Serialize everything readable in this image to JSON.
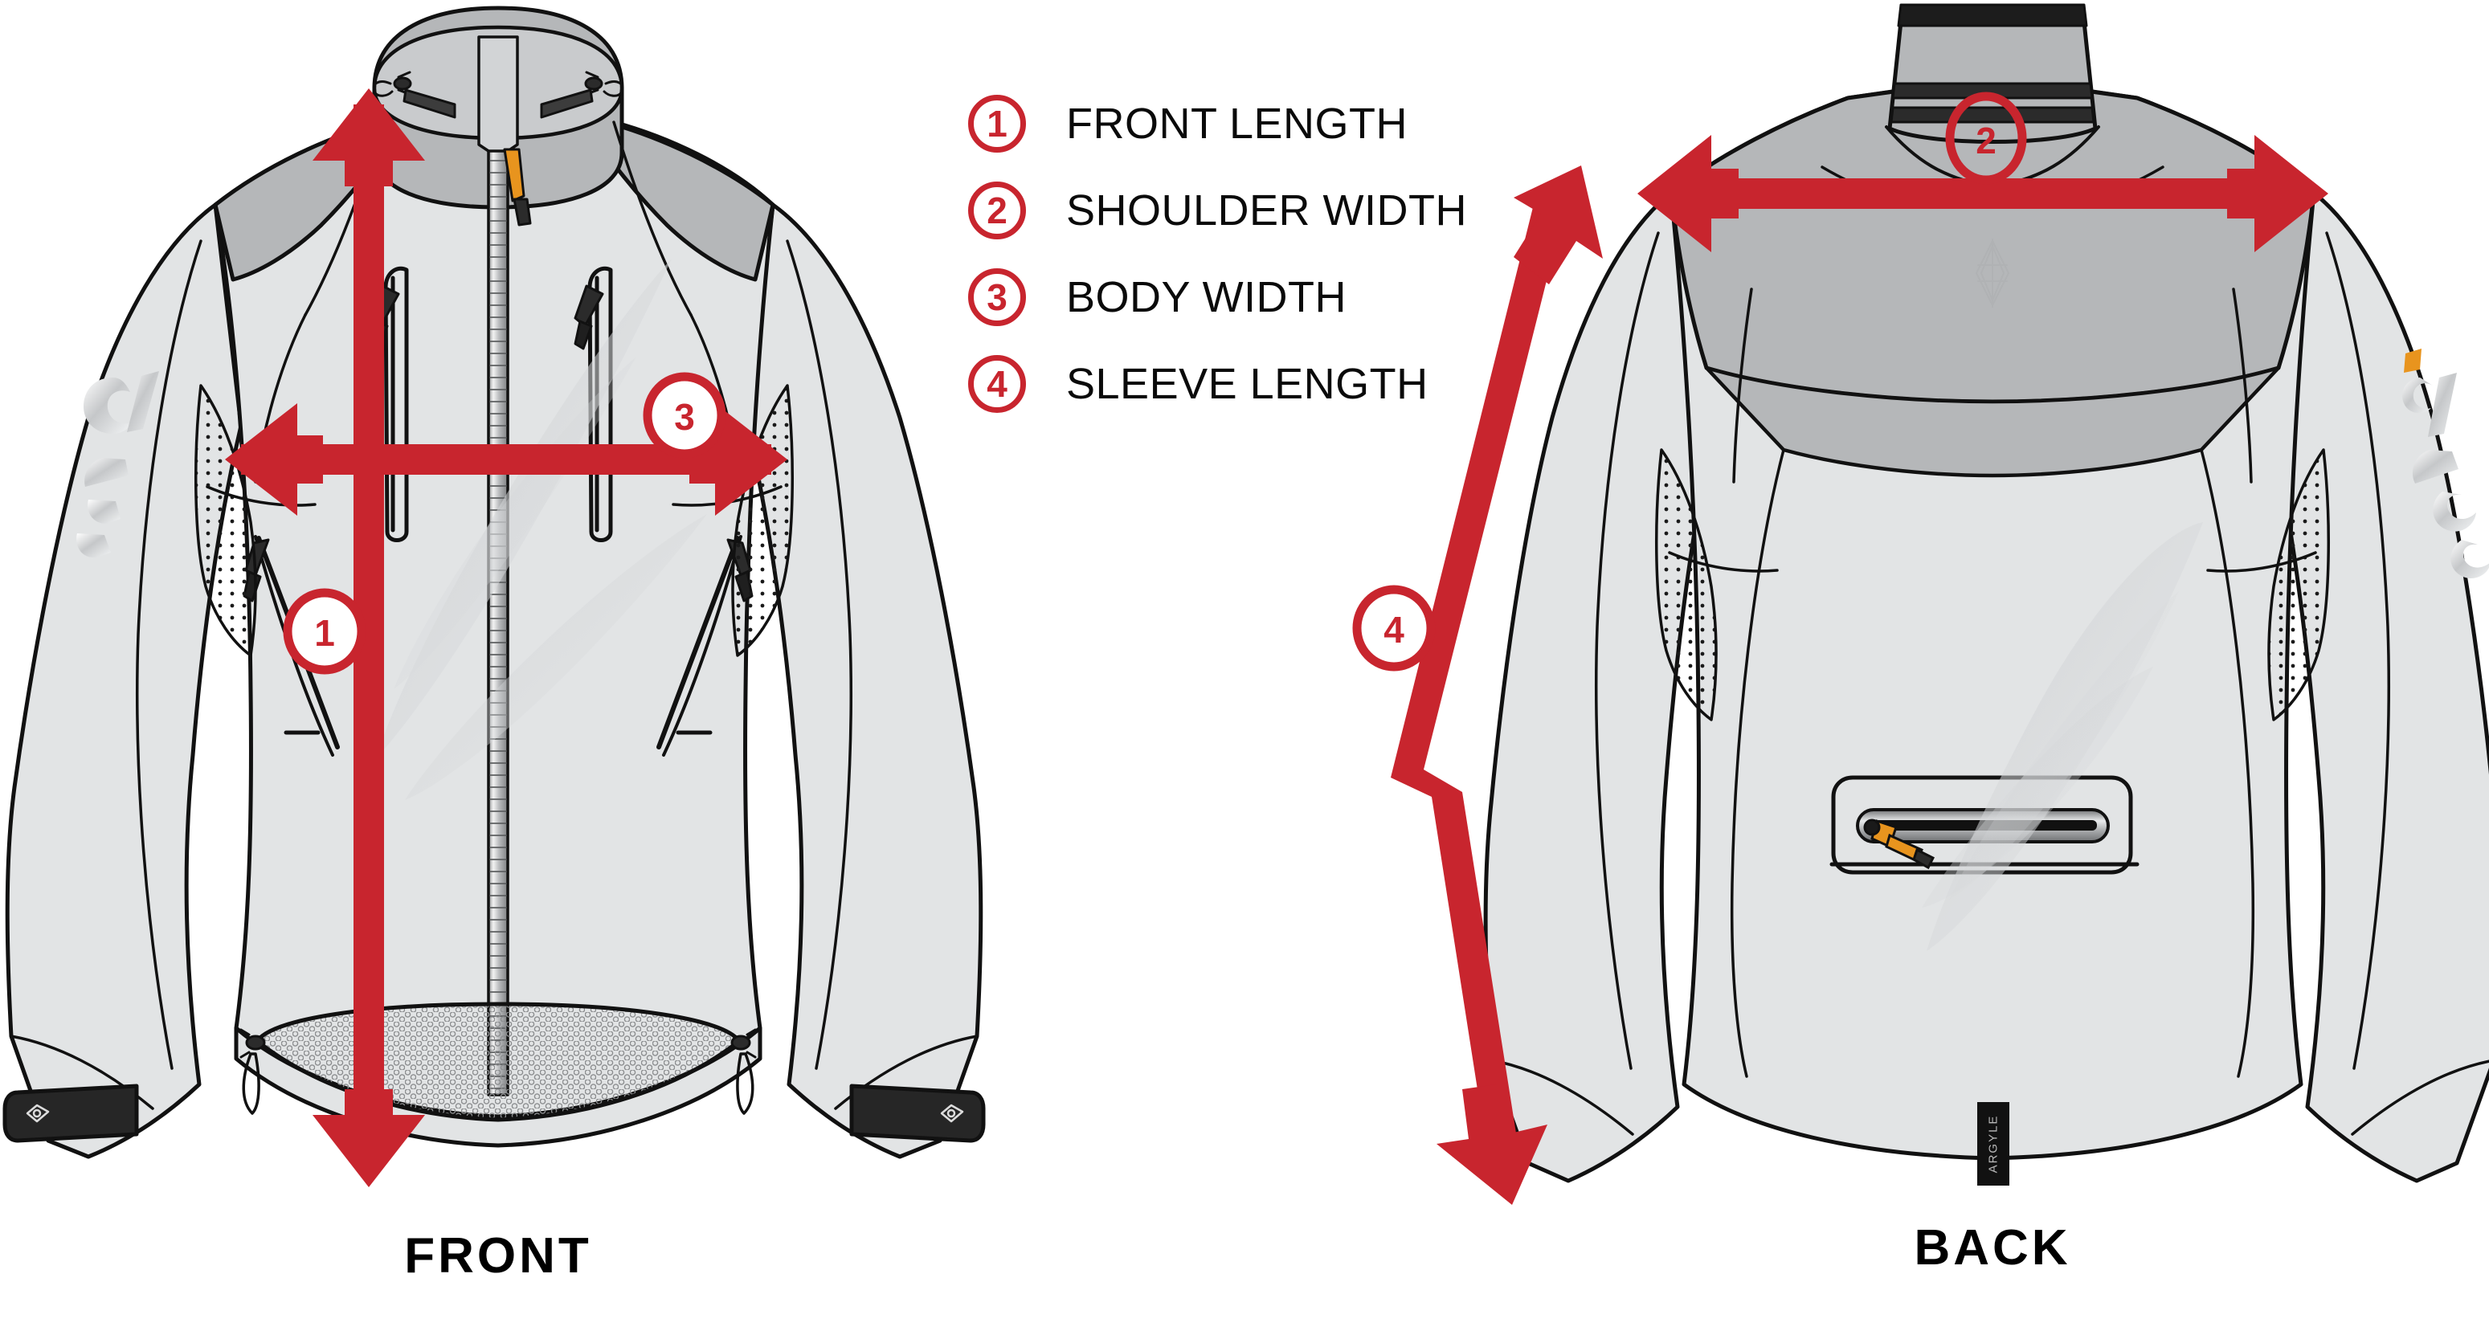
{
  "legend": {
    "items": [
      {
        "num": "1",
        "label": "FRONT LENGTH"
      },
      {
        "num": "2",
        "label": "SHOULDER WIDTH"
      },
      {
        "num": "3",
        "label": "BODY WIDTH"
      },
      {
        "num": "4",
        "label": "SLEEVE LENGTH"
      }
    ]
  },
  "views": {
    "front_caption": "FRONT",
    "back_caption": "BACK"
  },
  "markers": {
    "front_length": "1",
    "shoulder_width": "2",
    "body_width": "3",
    "sleeve_length": "4"
  },
  "brand": {
    "back_hem_label": "ARGYLE"
  },
  "colors": {
    "measure_red": "#C8252E",
    "fabric_light": "#E2E4E5",
    "fabric_mid": "#B5B7B9",
    "fabric_dark": "#9A9C9E",
    "outline": "#111111",
    "zipper_orange": "#E8941E"
  }
}
